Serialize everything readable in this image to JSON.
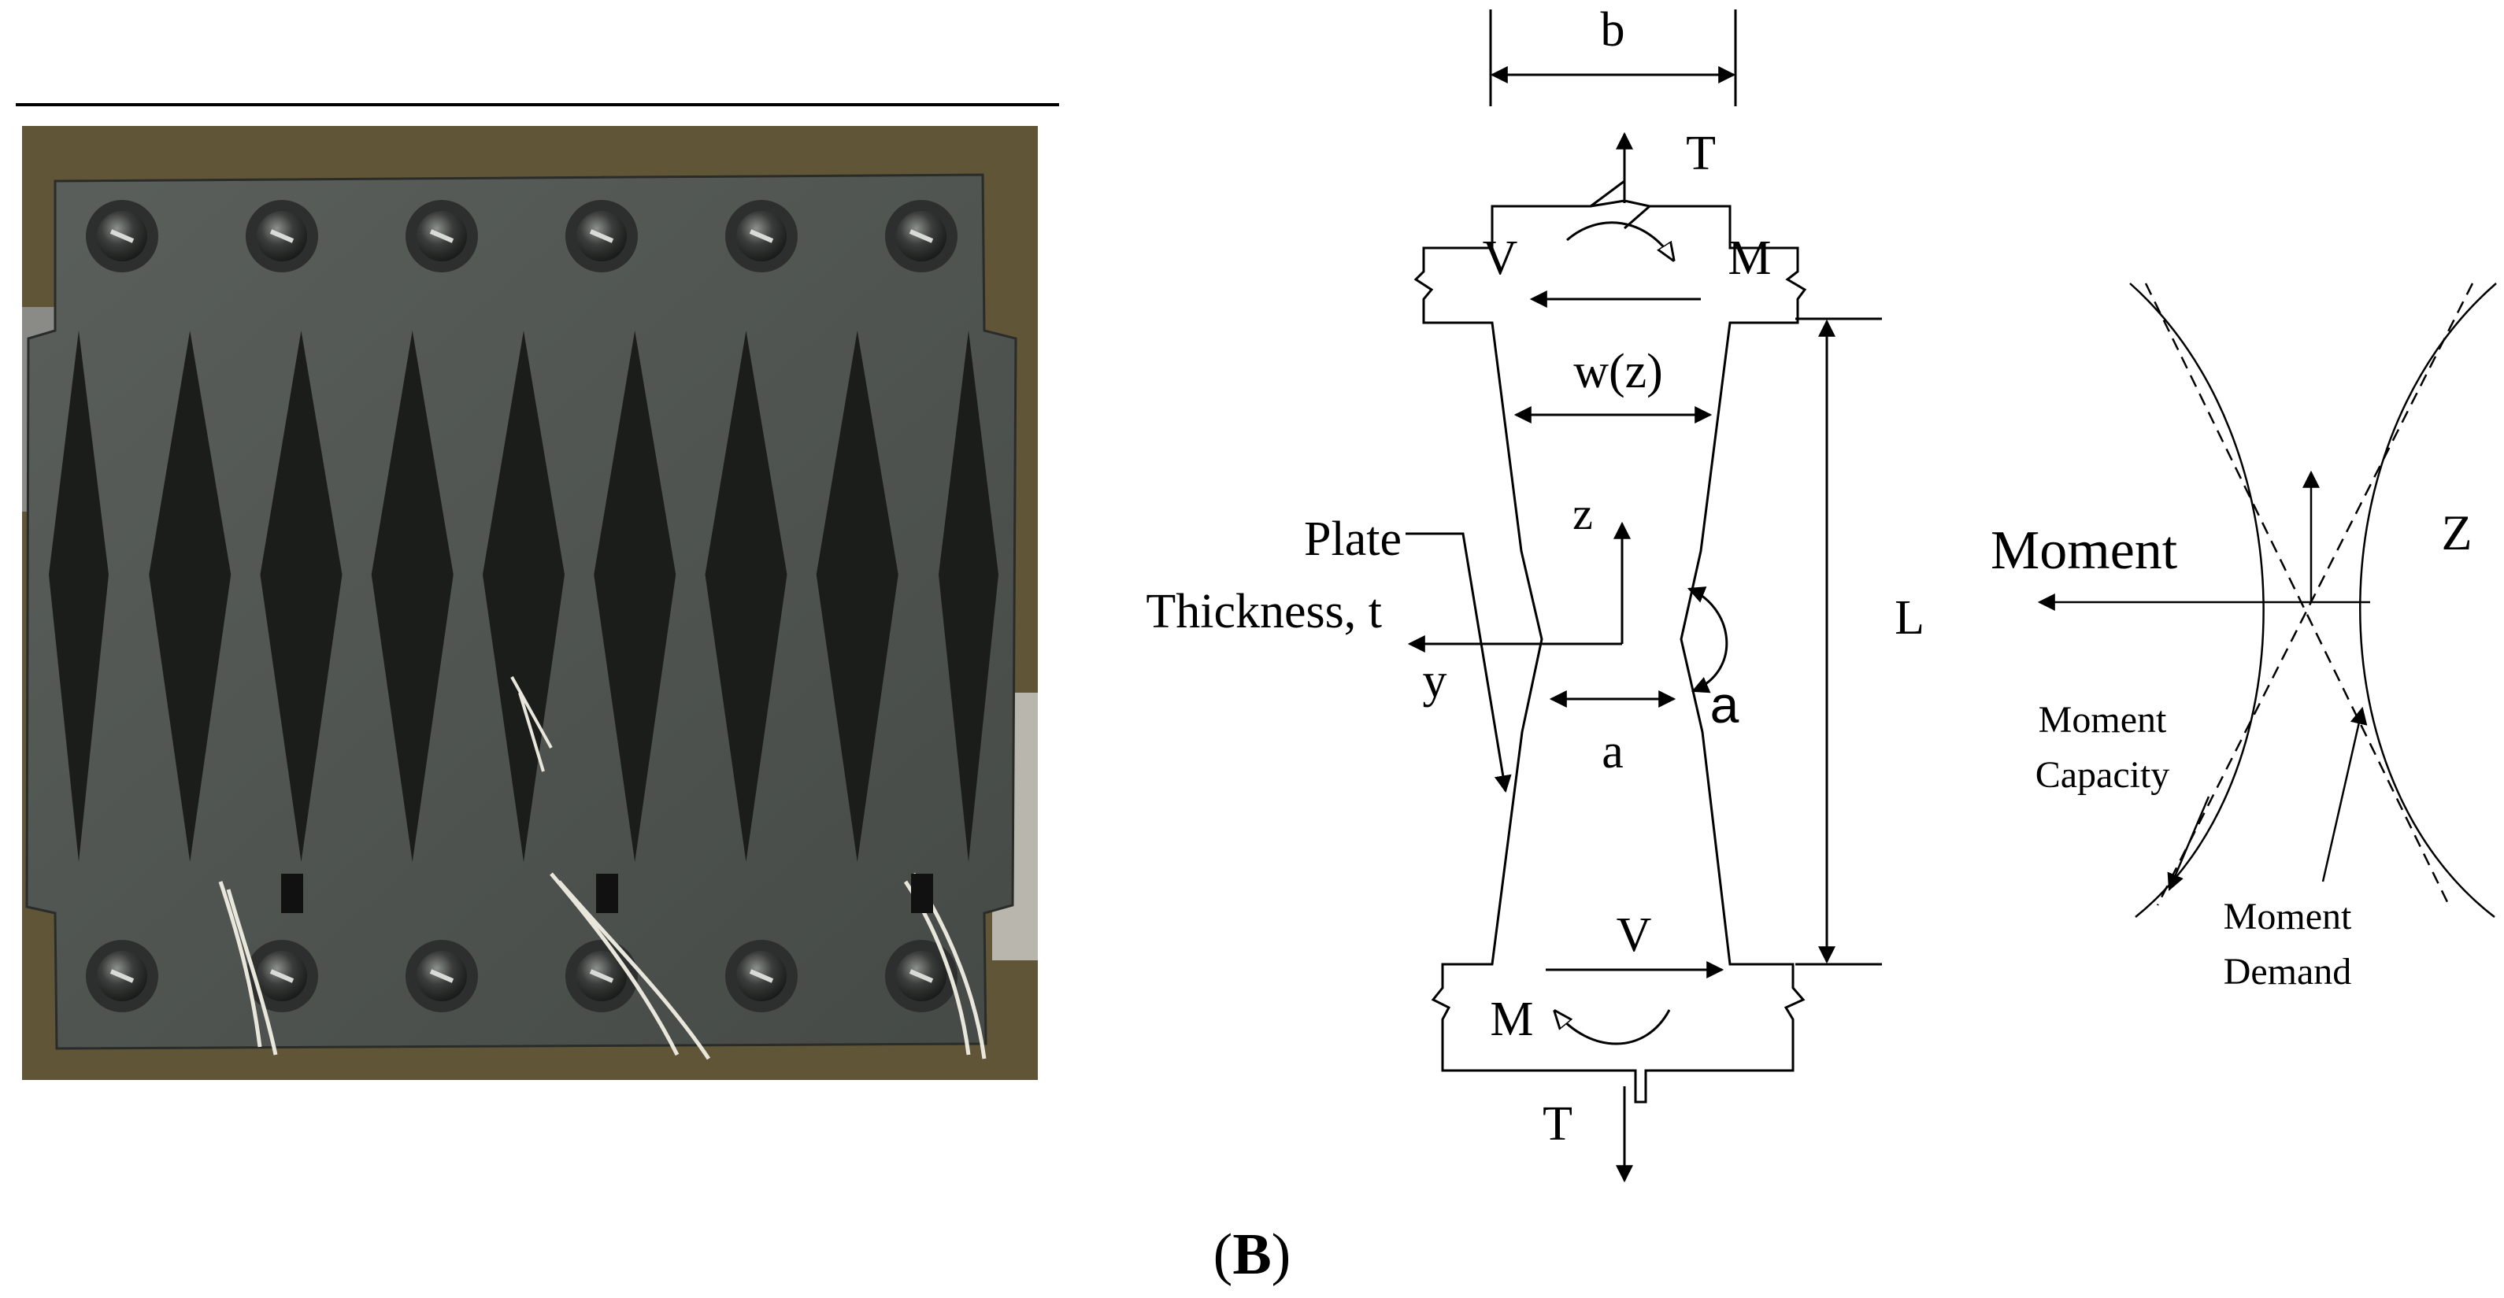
{
  "labels": {
    "b": "b",
    "T_top": "T",
    "V_top": "V",
    "M_top": "M",
    "wz": "w(z)",
    "L": "L",
    "z": "z",
    "plate": "Plate",
    "thickness": "Thickness, t",
    "y": "y",
    "a_inner": "a",
    "a_side": "a",
    "V_bottom": "V",
    "M_bottom": "M",
    "T_bottom": "T"
  },
  "moment_diagram": {
    "moment": "Moment",
    "z_axis": "Z",
    "capacity_line1": "Moment",
    "capacity_line2": "Capacity",
    "demand_line1": "Moment",
    "demand_line2": "Demand"
  },
  "panel_label": {
    "open": "(",
    "letter": "B",
    "close": ")"
  },
  "photo": {
    "bolt_rows": 2,
    "bolts_per_row": 6,
    "slot_count": 9,
    "colors": {
      "plate": "#4f5450",
      "background": "#7b6a40",
      "slot": "#1b1d1b",
      "bolt": "#262826"
    }
  }
}
